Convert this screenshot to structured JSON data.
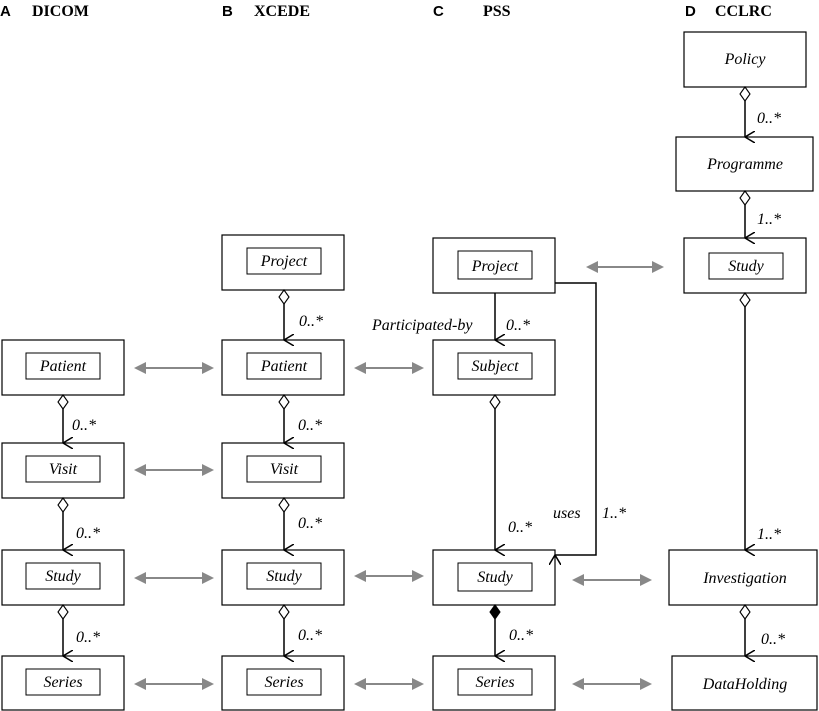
{
  "columns": [
    {
      "letter": "A",
      "title": "DICOM"
    },
    {
      "letter": "B",
      "title": "XCEDE"
    },
    {
      "letter": "C",
      "title": "PSS"
    },
    {
      "letter": "D",
      "title": "CCLRC"
    }
  ],
  "colA": {
    "patient": "Patient",
    "visit": "Visit",
    "study": "Study",
    "series": "Series",
    "m1": "0..*",
    "m2": "0..*",
    "m3": "0..*"
  },
  "colB": {
    "project": "Project",
    "patient": "Patient",
    "visit": "Visit",
    "study": "Study",
    "series": "Series",
    "m0": "0..*",
    "m1": "0..*",
    "m2": "0..*",
    "m3": "0..*"
  },
  "colC": {
    "project": "Project",
    "subject": "Subject",
    "study": "Study",
    "series": "Series",
    "participated": "Participated-by",
    "m0": "0..*",
    "uses": "uses",
    "uses_mult": "1..*",
    "m1": "0..*",
    "m2": "0..*"
  },
  "colD": {
    "policy": "Policy",
    "programme": "Programme",
    "study": "Study",
    "investigation": "Investigation",
    "dataholding": "DataHolding",
    "m0": "0..*",
    "m1": "1..*",
    "m2": "1..*",
    "m3": "0..*"
  }
}
